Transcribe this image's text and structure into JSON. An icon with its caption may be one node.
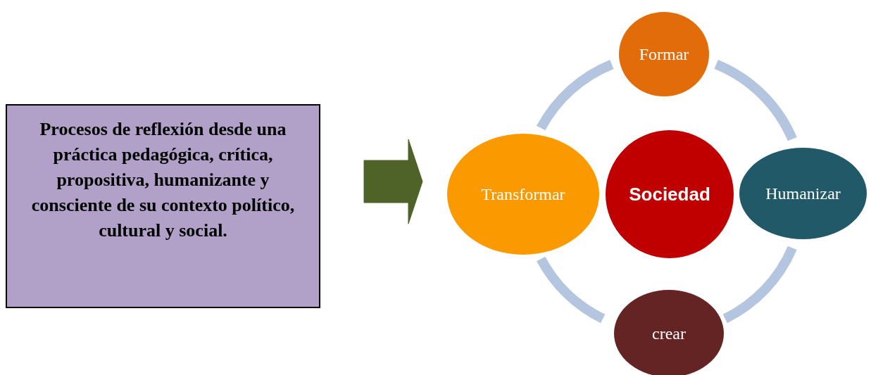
{
  "diagram": {
    "nodes": [
      {
        "text": [
          "Procesos de reflexión desde una práctica pedagógica, crítica, propositiva, humanizante y consciente de su contexto político, cultural y social."
        ]
      },
      {
        "text": [
          "Formar"
        ]
      },
      {
        "text": [
          "Transformar"
        ]
      },
      {
        "text": [
          "Sociedad"
        ]
      },
      {
        "text": [
          "Humanizar"
        ]
      },
      {
        "text": [
          "crear"
        ]
      }
    ],
    "edges": [
      {
        "from": 0,
        "to": 2,
        "arrow": "to",
        "style": "thick",
        "color": "#4f6228"
      },
      {
        "from": 1,
        "to": 4,
        "arrow": "none"
      },
      {
        "from": 4,
        "to": 5,
        "arrow": "none"
      },
      {
        "from": 5,
        "to": 2,
        "arrow": "none"
      },
      {
        "from": 2,
        "to": 1,
        "arrow": "none"
      }
    ]
  }
}
